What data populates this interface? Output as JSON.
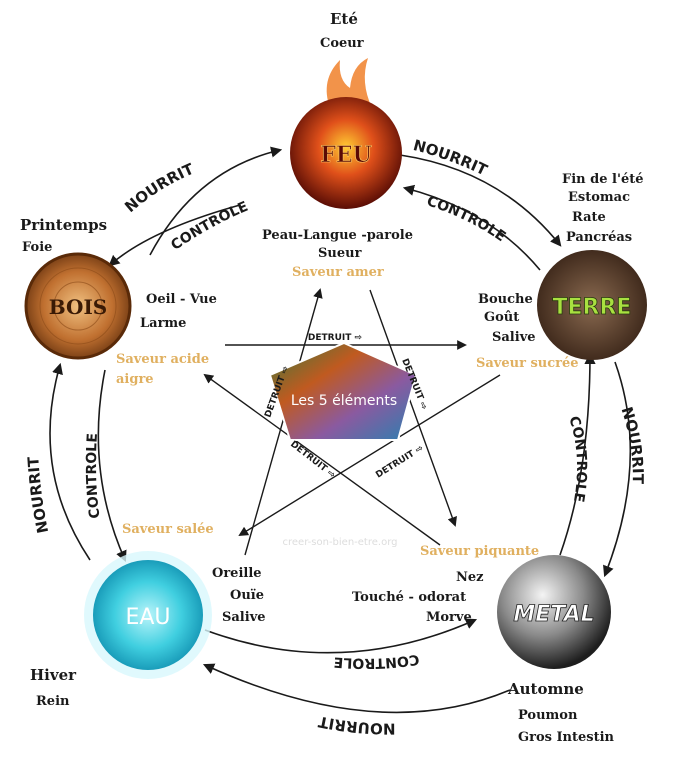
{
  "watermark": "creer-son-bien-etre.org",
  "center": {
    "title": "Les 5 éléments"
  },
  "arrows": {
    "nourrit": "NOURRIT",
    "controle": "CONTROLE",
    "detruit": "DETRUIT ⇨"
  },
  "elements": {
    "feu": {
      "name": "FEU",
      "season": "Eté",
      "organ": "Coeur",
      "senses": [
        "Peau-Langue -parole",
        "Sueur"
      ],
      "saveur": "Saveur amer",
      "color": "#d2380c"
    },
    "terre": {
      "name": "TERRE",
      "season_lines": [
        "Fin de l'été",
        "Estomac",
        "Rate",
        "Pancréas"
      ],
      "senses": [
        "Bouche",
        "Goût",
        "Salive"
      ],
      "saveur": "Saveur  sucrée",
      "color": "#5a4030"
    },
    "metal": {
      "name": "METAL",
      "season": "Automne",
      "organs": [
        "Poumon",
        "Gros Intestin"
      ],
      "senses": [
        "Nez",
        "Touché - odorat",
        "Morve"
      ],
      "saveur": "Saveur piquante",
      "color": "#555555"
    },
    "eau": {
      "name": "EAU",
      "season": "Hiver",
      "organ": "Rein",
      "senses": [
        "Oreille",
        "Ouïe",
        "Salive"
      ],
      "saveur": "Saveur salée",
      "color": "#38c8d8"
    },
    "bois": {
      "name": "BOIS",
      "season": "Printemps",
      "organ": "Foie",
      "senses": [
        "Oeil - Vue",
        "Larme"
      ],
      "saveur_lines": [
        "Saveur acide",
        "aigre"
      ],
      "color": "#a0581c"
    }
  }
}
